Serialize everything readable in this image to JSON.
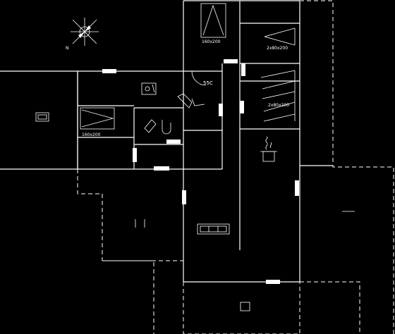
{
  "compass": {
    "label": "N"
  },
  "rooms": {
    "bedroom_top": {
      "bed_label": "160x200"
    },
    "bedroom_right_a": {
      "bed_label": "2x80x200"
    },
    "bedroom_right_b": {
      "bed_label": "2x80x200"
    },
    "bedroom_left": {
      "bed_label": "160x200"
    },
    "sauna": {
      "label": "55C"
    }
  },
  "colors": {
    "background": "#000000",
    "lines": "#ffffff"
  }
}
